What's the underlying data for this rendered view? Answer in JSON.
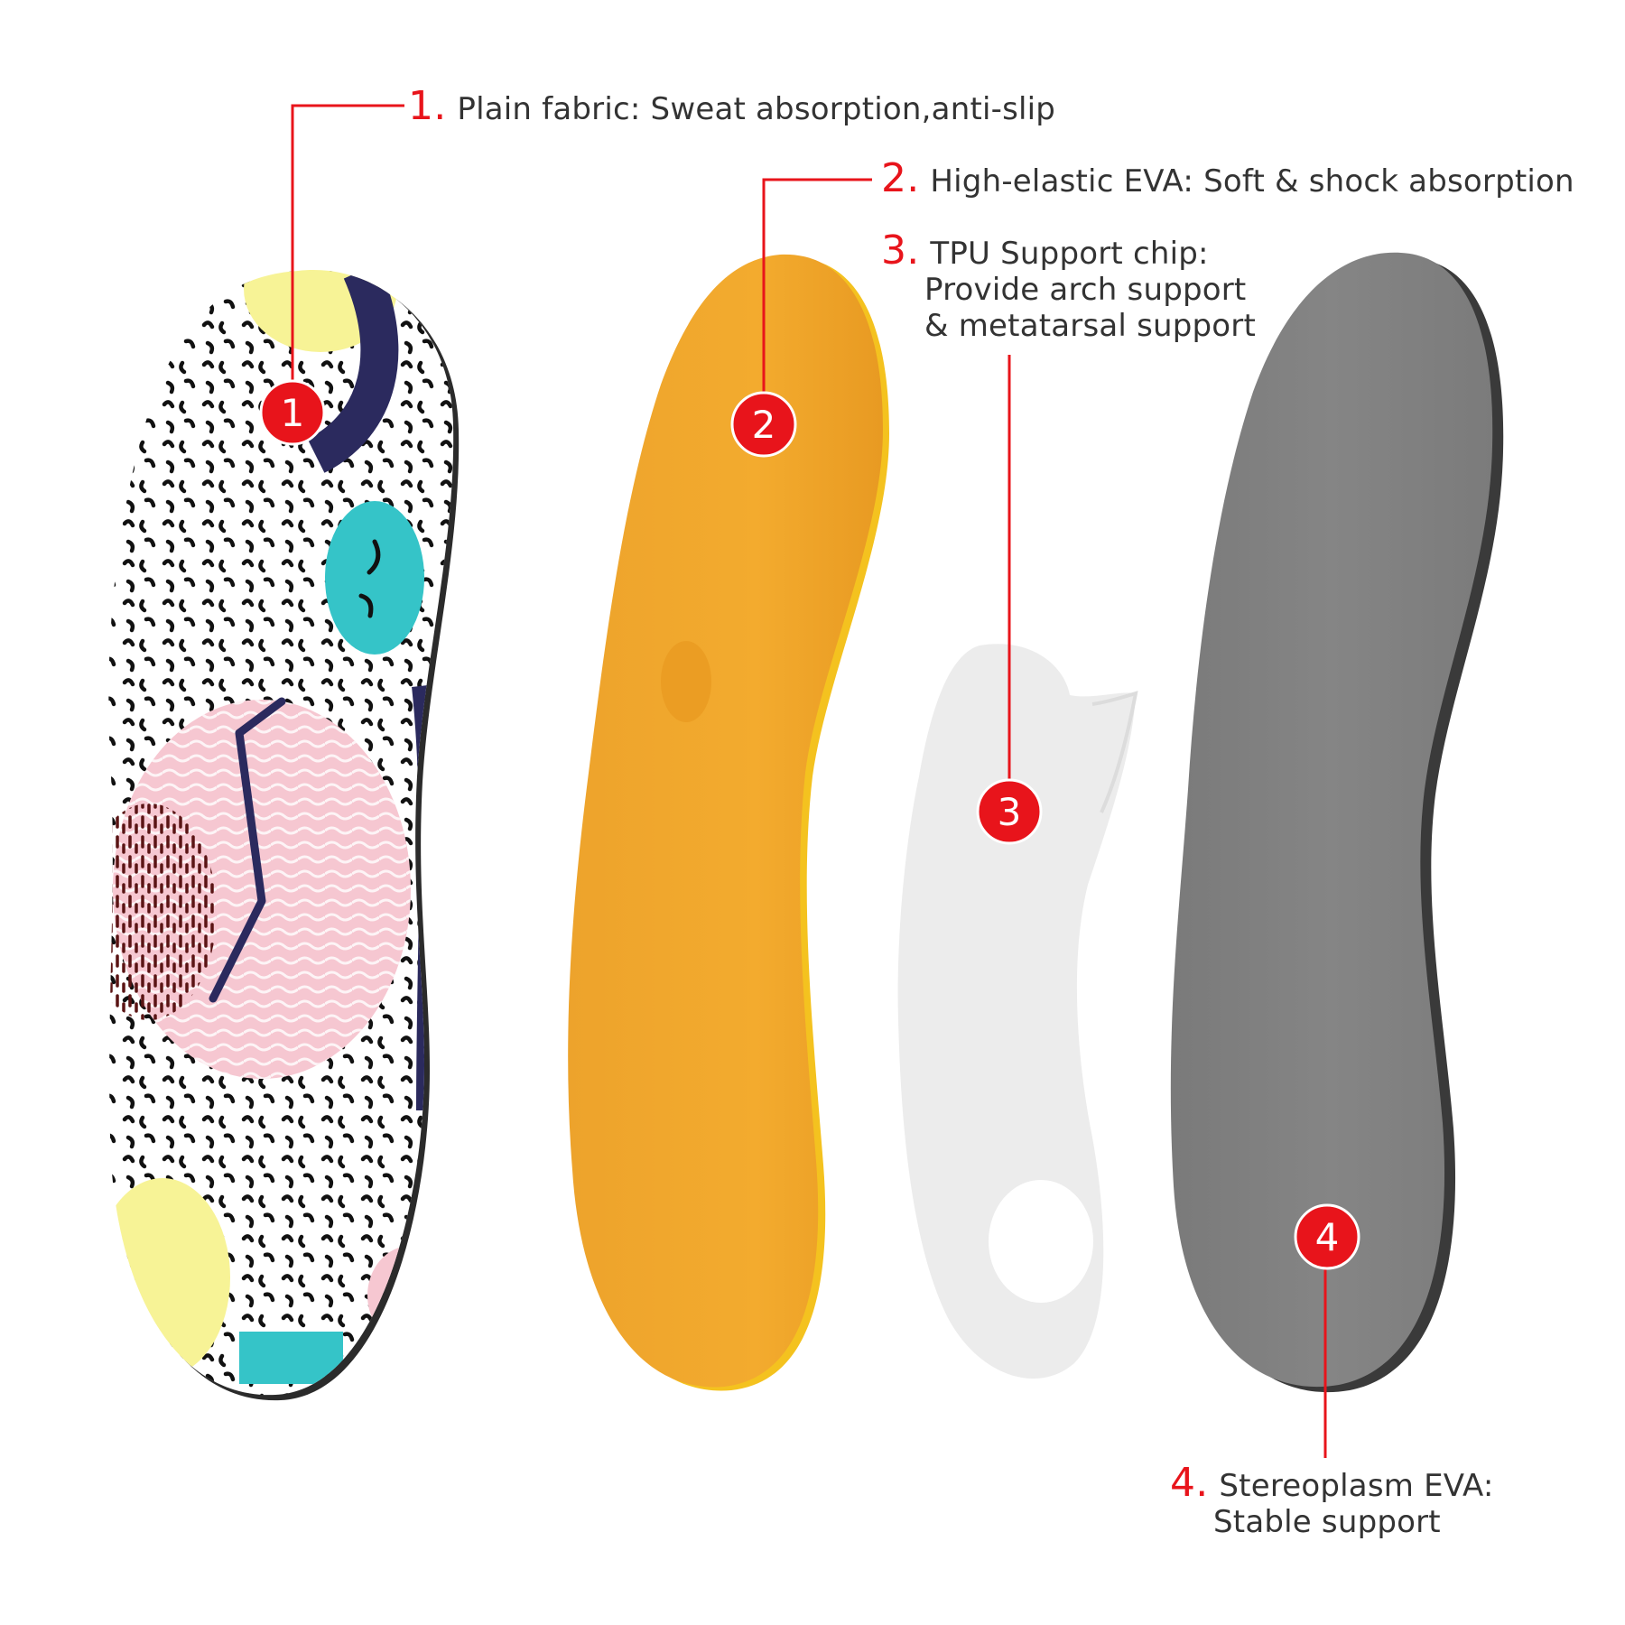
{
  "accent_color": "#e8141b",
  "text_color": "#333333",
  "layers": [
    {
      "number": "1.",
      "badge": "1",
      "lines": [
        "Plain fabric: Sweat absorption,anti-slip"
      ],
      "color": "#ffffff"
    },
    {
      "number": "2.",
      "badge": "2",
      "lines": [
        "High-elastic EVA: Soft & shock absorption"
      ],
      "color": "#f0a52b"
    },
    {
      "number": "3.",
      "badge": "3",
      "lines": [
        "TPU Support chip:",
        "Provide arch support",
        "& metatarsal support"
      ],
      "color": "#ececec"
    },
    {
      "number": "4.",
      "badge": "4",
      "lines": [
        "Stereoplasm EVA:",
        "Stable support"
      ],
      "color": "#7f7f7f"
    }
  ]
}
